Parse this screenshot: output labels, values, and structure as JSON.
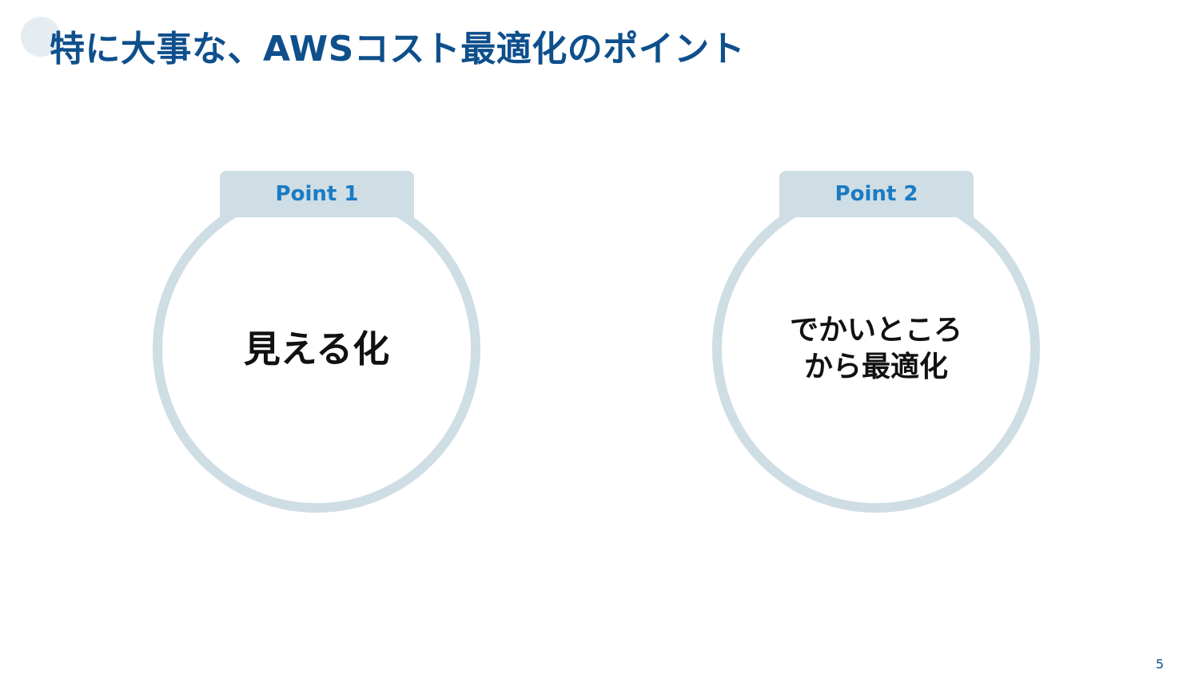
{
  "slide": {
    "title": "特に大事な、AWSコスト最適化のポイント",
    "page_number": "5"
  },
  "points": [
    {
      "tab_label": "Point 1",
      "text": "見える化"
    },
    {
      "tab_label": "Point 2",
      "text": "でかいところ\nから最適化"
    }
  ],
  "colors": {
    "title": "#0e4f8c",
    "ring": "#cfdde5",
    "tab_text": "#1b7bc3",
    "body_text": "#111111",
    "title_dot": "#e5edf2"
  }
}
